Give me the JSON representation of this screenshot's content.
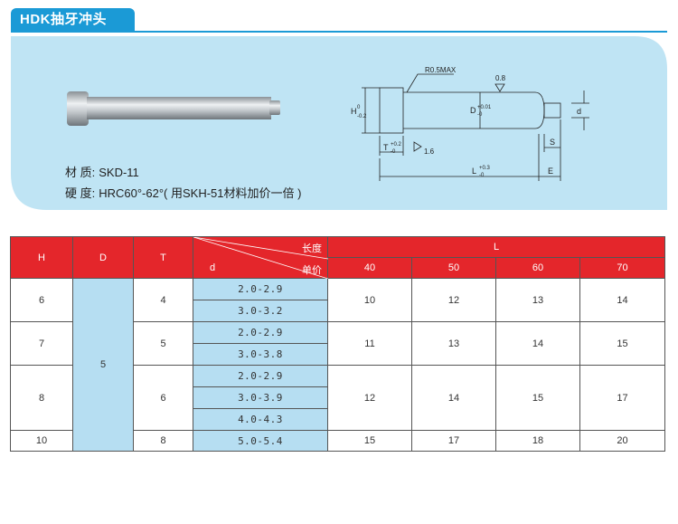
{
  "header": {
    "title": "HDK抽牙冲头"
  },
  "material": {
    "label": "材  质:",
    "value": "SKD-11"
  },
  "hardness": {
    "label": "硬  度:",
    "value": "HRC60°-62°( 用SKH-51材料加价一倍 )"
  },
  "drawing": {
    "r_label": "R0.5MAX",
    "roughness1": "0.8",
    "roughness2": "1.6",
    "h_label": "H",
    "h_tol_upper": "0",
    "h_tol_lower": "-0.2",
    "d_label": "D",
    "d_tol_upper": "+0.01",
    "d_tol_lower": "-0",
    "t_label": "T",
    "t_tol_upper": "+0.2",
    "t_tol_lower": "-0",
    "l_label": "L",
    "l_tol_upper": "+0.3",
    "l_tol_lower": "-0",
    "small_d": "d",
    "s_label": "S",
    "e_label": "E"
  },
  "table": {
    "col_h": "H",
    "col_d": "D",
    "col_t": "T",
    "diag_length": "长度",
    "diag_price": "单价",
    "diag_d": "d",
    "col_l": "L",
    "lengths": [
      "40",
      "50",
      "60",
      "70"
    ],
    "d_value": "5",
    "groups": [
      {
        "h": "6",
        "t": "4",
        "d_ranges": [
          "2.0-2.9",
          "3.0-3.2"
        ],
        "prices": [
          "10",
          "12",
          "13",
          "14"
        ]
      },
      {
        "h": "7",
        "t": "5",
        "d_ranges": [
          "2.0-2.9",
          "3.0-3.8"
        ],
        "prices": [
          "11",
          "13",
          "14",
          "15"
        ]
      },
      {
        "h": "8",
        "t": "6",
        "d_ranges": [
          "2.0-2.9",
          "3.0-3.9",
          "4.0-4.3"
        ],
        "prices": [
          "12",
          "14",
          "15",
          "17"
        ]
      },
      {
        "h": "10",
        "t": "8",
        "d_ranges": [
          "5.0-5.4"
        ],
        "prices": [
          "15",
          "17",
          "18",
          "20"
        ]
      }
    ]
  },
  "colors": {
    "title_blue": "#1b9ad6",
    "banner_blue": "#bfe4f4",
    "header_red": "#e4262b",
    "cell_blue": "#b6def2"
  }
}
